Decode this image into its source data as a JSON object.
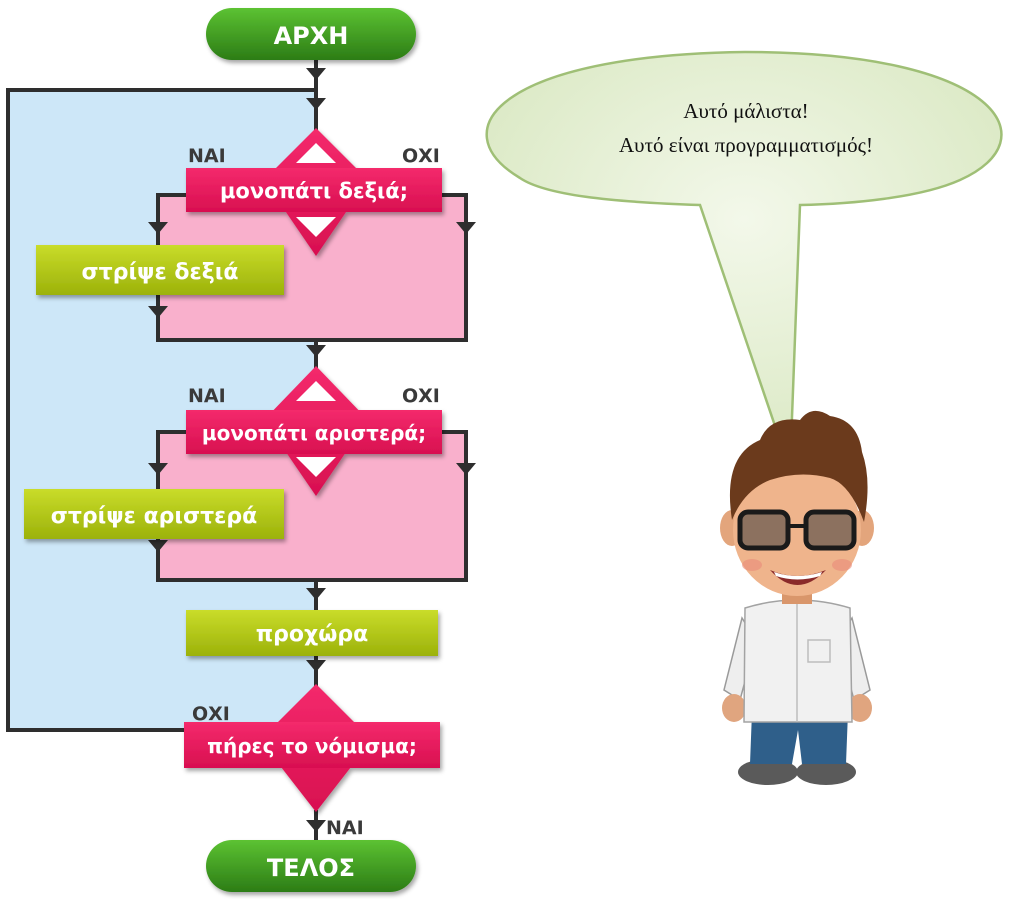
{
  "flowchart": {
    "start": "ΑΡΧΗ",
    "end": "ΤΕΛΟΣ",
    "decision1": {
      "text": "μονοπάτι δεξιά;",
      "yes": "ΝΑΙ",
      "no": "ΟΧΙ"
    },
    "action1": "στρίψε δεξιά",
    "decision2": {
      "text": "μονοπάτι αριστερά;",
      "yes": "ΝΑΙ",
      "no": "ΟΧΙ"
    },
    "action2": "στρίψε αριστερά",
    "action3": "προχώρα",
    "decision3": {
      "text": "πήρες το νόμισμα;",
      "no": "ΟΧΙ",
      "yes": "ΝΑΙ"
    }
  },
  "speech_bubble": {
    "line1": "Αυτό μάλιστα!",
    "line2": "Αυτό είναι προγραμματισμός!"
  },
  "colors": {
    "loop_fill": "#cde7f8",
    "branch_fill": "#f9b0cc",
    "decision": "#ee1a60",
    "action": "#b4ca14",
    "terminal": "#3f9a22",
    "line": "#2e2e2e",
    "bubble": "#dfeccb"
  }
}
